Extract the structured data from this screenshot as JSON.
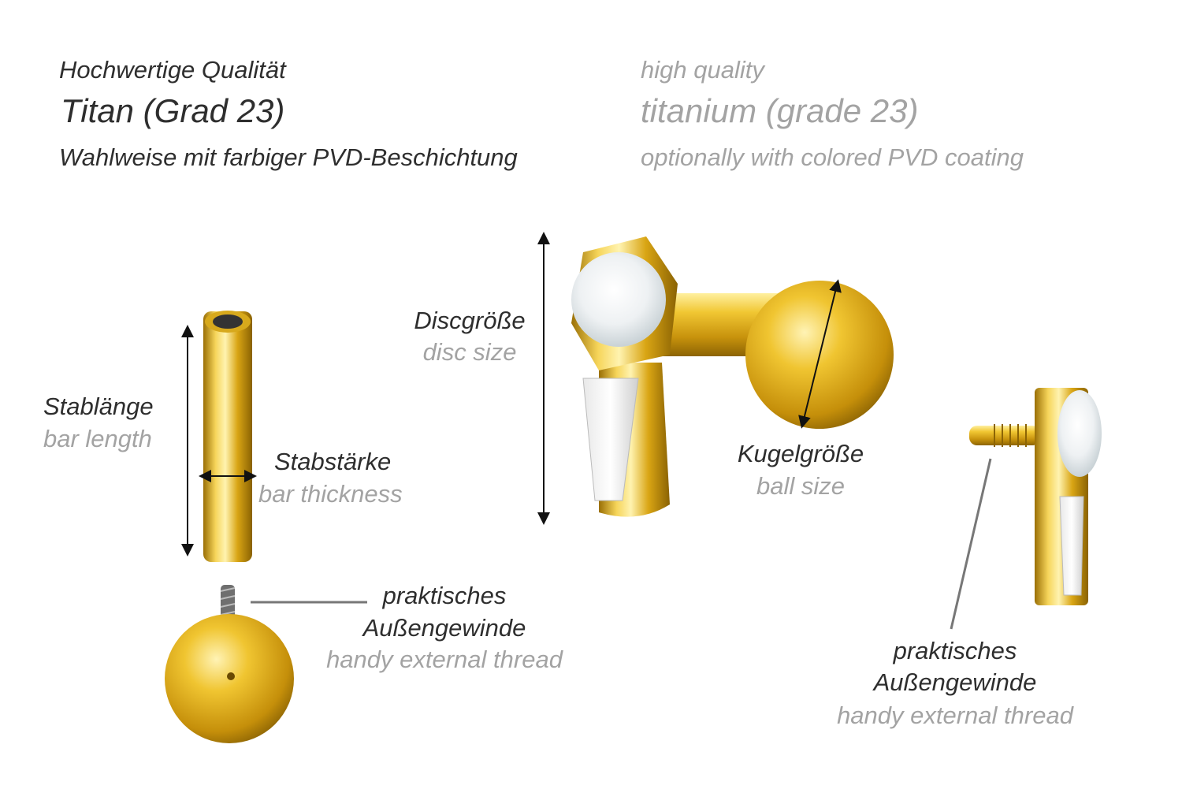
{
  "header": {
    "de": {
      "line1": "Hochwertige Qualität",
      "line2": "Titan (Grad 23)",
      "line3": "Wahlweise mit farbiger PVD-Beschichtung"
    },
    "en": {
      "line1": "high quality",
      "line2": "titanium (grade 23)",
      "line3": "optionally with colored PVD coating"
    }
  },
  "labels": {
    "bar_length": {
      "de": "Stablänge",
      "en": "bar length"
    },
    "bar_thickness": {
      "de": "Stabstärke",
      "en": "bar thickness"
    },
    "disc_size": {
      "de": "Discgröße",
      "en": "disc size"
    },
    "ball_size": {
      "de": "Kugelgröße",
      "en": "ball size"
    },
    "thread_left": {
      "de1": "praktisches",
      "de2": "Außengewinde",
      "en": "handy external thread"
    },
    "thread_right": {
      "de1": "praktisches",
      "de2": "Außengewinde",
      "en": "handy external thread"
    }
  },
  "colors": {
    "text_dark": "#2e2e2e",
    "text_grey": "#a3a3a3",
    "gold": "#e3b21c"
  }
}
